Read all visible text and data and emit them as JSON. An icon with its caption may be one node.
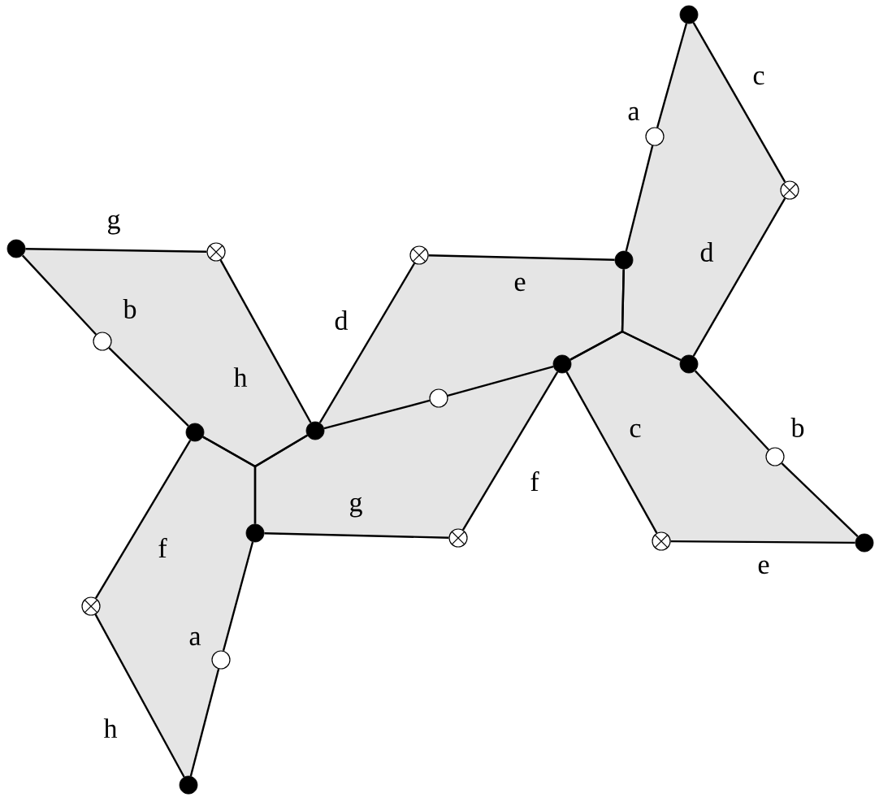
{
  "diagram": {
    "nodes": [
      {
        "text": [],
        "shape": "dot"
      },
      {
        "text": [],
        "shape": "circle"
      },
      {
        "text": [],
        "shape": "crossed-circle"
      },
      {
        "text": [],
        "shape": "dot"
      },
      {
        "text": [],
        "shape": "crossed-circle"
      },
      {
        "text": [],
        "shape": "crossed-circle"
      },
      {
        "text": [],
        "shape": "dot"
      },
      {
        "text": [],
        "shape": "circle"
      },
      {
        "text": [],
        "shape": "dot"
      },
      {
        "text": [],
        "shape": "dot"
      },
      {
        "text": [],
        "shape": "circle"
      },
      {
        "text": [],
        "shape": "dot"
      },
      {
        "text": [],
        "shape": "dot"
      },
      {
        "text": [],
        "shape": "circle"
      },
      {
        "text": [],
        "shape": "dot"
      },
      {
        "text": [],
        "shape": "crossed-circle"
      },
      {
        "text": [],
        "shape": "crossed-circle"
      },
      {
        "text": [],
        "shape": "dot"
      },
      {
        "text": [],
        "shape": "crossed-circle"
      },
      {
        "text": [],
        "shape": "circle"
      },
      {
        "text": [],
        "shape": "dot"
      }
    ],
    "edges": [
      {
        "from": 3,
        "to": 4,
        "arrow": "none"
      },
      {
        "from": 3,
        "to": 7,
        "arrow": "none"
      },
      {
        "from": 7,
        "to": 12,
        "arrow": "none"
      },
      {
        "from": 4,
        "to": 11,
        "arrow": "none"
      },
      {
        "from": 12,
        "to": 18,
        "arrow": "none"
      },
      {
        "from": 18,
        "to": 20,
        "arrow": "none"
      },
      {
        "from": 20,
        "to": 19,
        "arrow": "none"
      },
      {
        "from": 19,
        "to": 14,
        "arrow": "none"
      },
      {
        "from": 14,
        "to": 15,
        "arrow": "none"
      },
      {
        "from": 15,
        "to": 8,
        "arrow": "none"
      },
      {
        "from": 11,
        "to": 5,
        "arrow": "none"
      },
      {
        "from": 5,
        "to": 6,
        "arrow": "none"
      },
      {
        "from": 11,
        "to": 10,
        "arrow": "none"
      },
      {
        "from": 10,
        "to": 8,
        "arrow": "none"
      },
      {
        "from": 6,
        "to": 1,
        "arrow": "none"
      },
      {
        "from": 1,
        "to": 0,
        "arrow": "none"
      },
      {
        "from": 0,
        "to": 2,
        "arrow": "none"
      },
      {
        "from": 2,
        "to": 9,
        "arrow": "none"
      },
      {
        "from": 9,
        "to": 13,
        "arrow": "none"
      },
      {
        "from": 13,
        "to": 17,
        "arrow": "none"
      },
      {
        "from": 17,
        "to": 16,
        "arrow": "none"
      },
      {
        "from": 16,
        "to": 8,
        "arrow": "none"
      },
      {
        "from": 12,
        "to": 11,
        "arrow": "none"
      },
      {
        "from": 12,
        "to": 14,
        "arrow": "none"
      },
      {
        "from": 11,
        "to": 14,
        "arrow": "none"
      },
      {
        "from": 8,
        "to": 6,
        "arrow": "none"
      },
      {
        "from": 8,
        "to": 9,
        "arrow": "none"
      },
      {
        "from": 6,
        "to": 9,
        "arrow": "none"
      }
    ],
    "labels": [
      "c",
      "a",
      "g",
      "d",
      "b",
      "e",
      "h",
      "d",
      "c",
      "b",
      "f",
      "g",
      "f",
      "e",
      "a",
      "h"
    ]
  }
}
